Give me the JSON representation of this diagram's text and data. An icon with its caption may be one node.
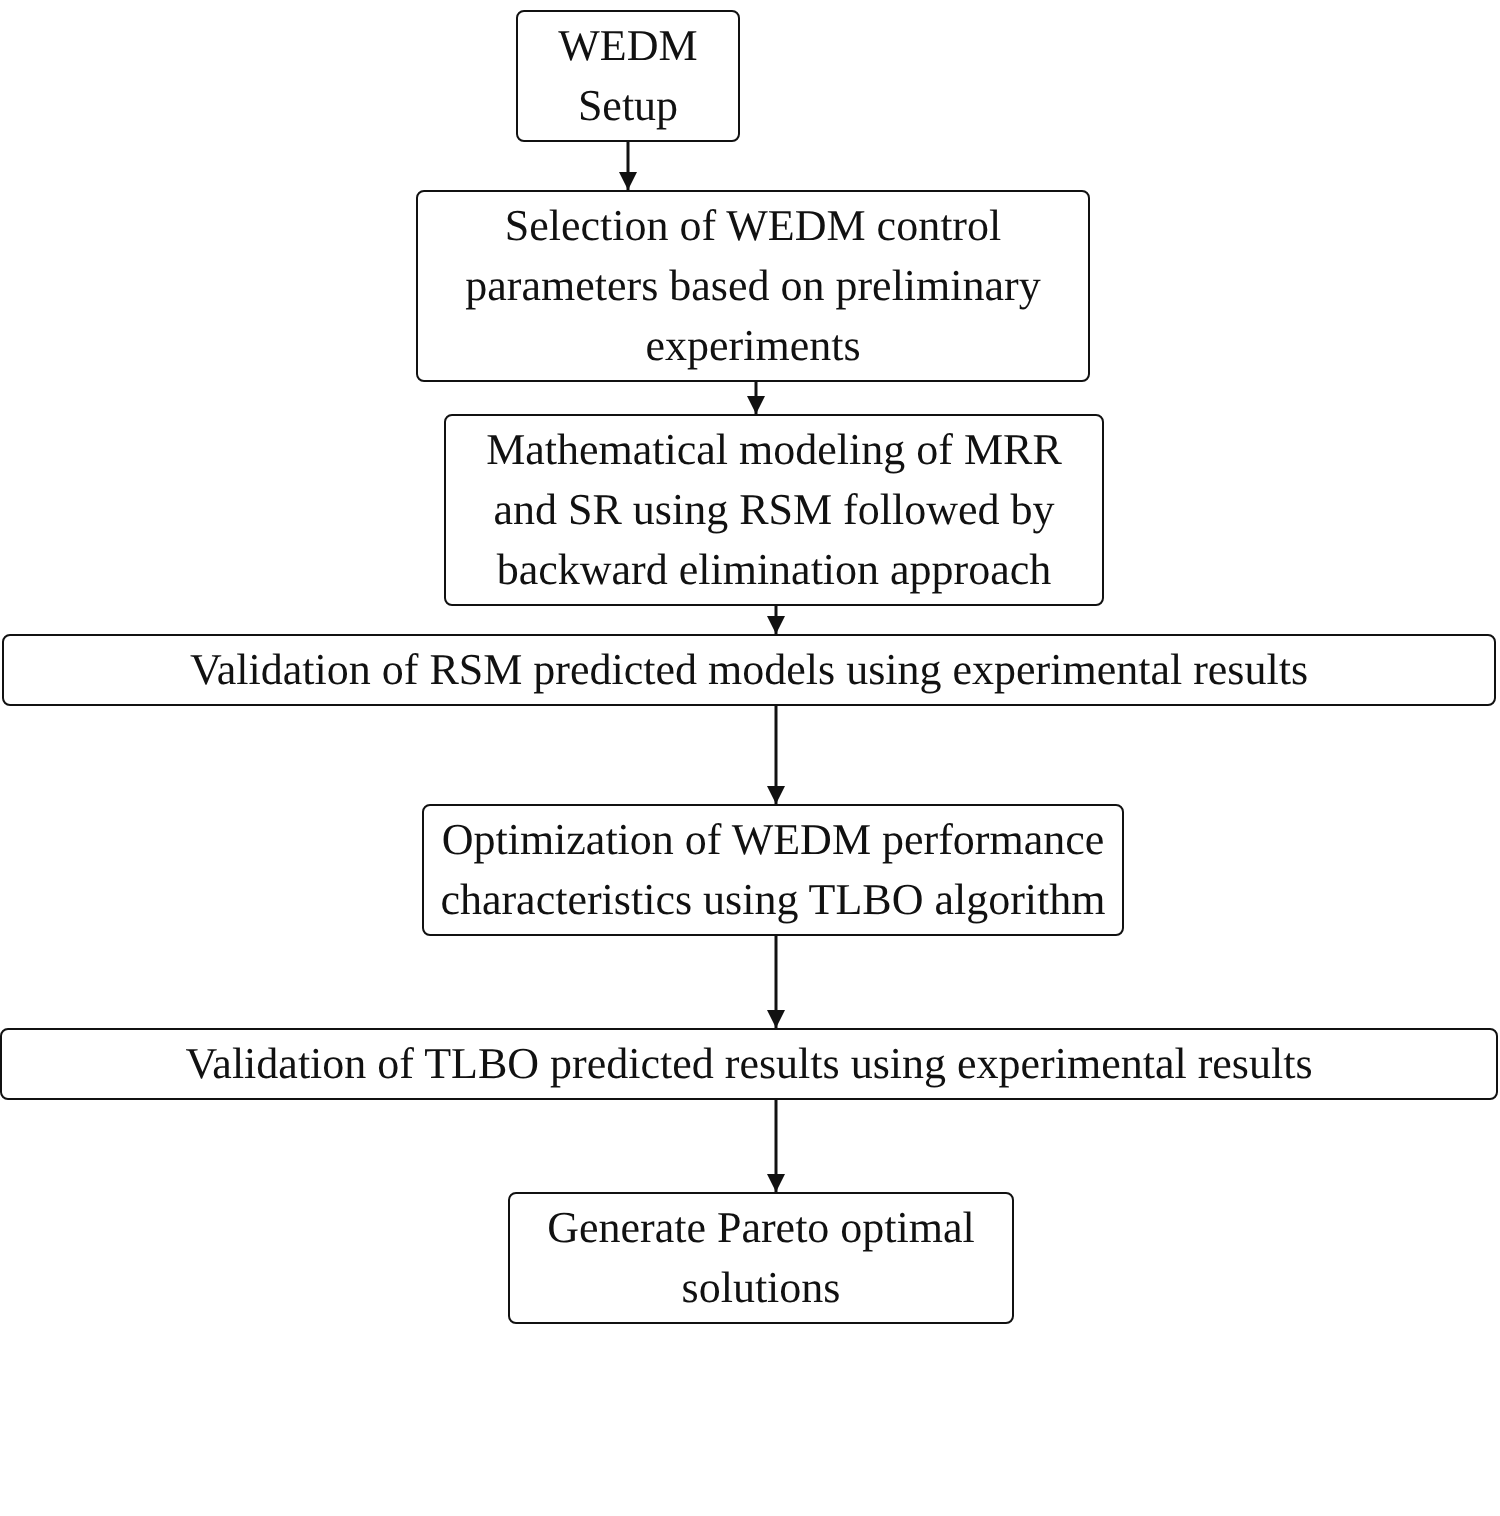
{
  "diagram": {
    "nodes": [
      {
        "text": [
          "WEDM Setup"
        ]
      },
      {
        "text": [
          "Selection of WEDM control parameters based on preliminary experiments"
        ]
      },
      {
        "text": [
          "Mathematical modeling of MRR and SR using RSM followed by backward elimination approach"
        ]
      },
      {
        "text": [
          "Validation of RSM predicted models using experimental results"
        ]
      },
      {
        "text": [
          "Optimization of WEDM performance characteristics using TLBO algorithm"
        ]
      },
      {
        "text": [
          "Validation of TLBO predicted results using experimental results"
        ]
      },
      {
        "text": [
          "Generate Pareto optimal solutions"
        ]
      }
    ],
    "edges": [
      {
        "from": 0,
        "to": 1,
        "arrow": "to"
      },
      {
        "from": 1,
        "to": 2,
        "arrow": "to"
      },
      {
        "from": 2,
        "to": 3,
        "arrow": "to"
      },
      {
        "from": 3,
        "to": 4,
        "arrow": "to"
      },
      {
        "from": 4,
        "to": 5,
        "arrow": "to"
      },
      {
        "from": 5,
        "to": 6,
        "arrow": "to"
      }
    ]
  }
}
